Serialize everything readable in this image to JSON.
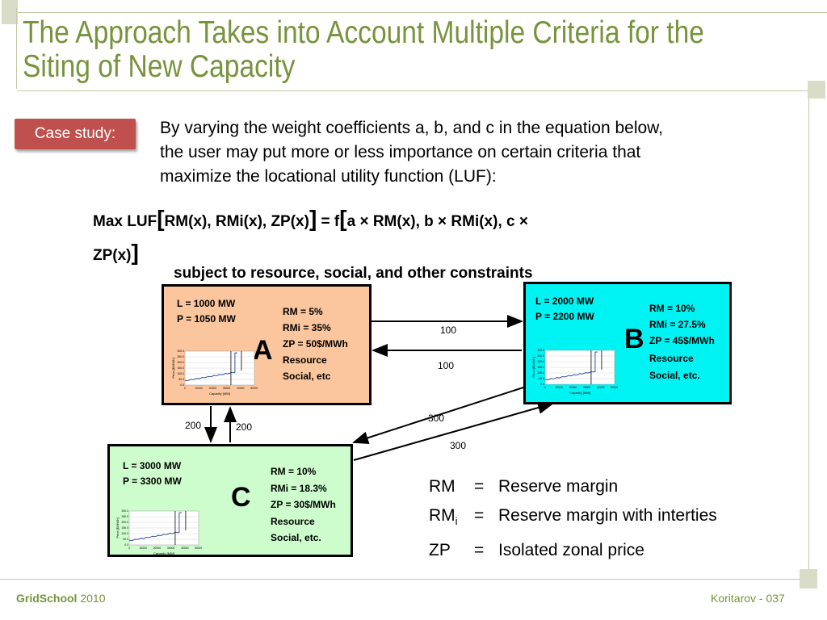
{
  "title_line1": "The Approach Takes into Account Multiple Criteria for the",
  "title_line2": "Siting of New Capacity",
  "case_label": "Case study:",
  "intro_lines": [
    "By varying the weight coefficients a, b, and c in the equation below,",
    "the user may put more or less importance on certain criteria that",
    "maximize the locational utility function (LUF):"
  ],
  "equation": {
    "lead": "Max LUF",
    "args": "RM(x), RMi(x), ZP(x)",
    "mid": " = f",
    "body": "a × RM(x), b × RMi(x), c ×",
    "tail": "ZP(x)"
  },
  "subject": "subject to resource, social, and other constraints",
  "zones": {
    "A": {
      "letter": "A",
      "load": "L = 1000 MW",
      "peak": "P = 1050 MW",
      "rm": "RM = 5%",
      "rmi": "RMi = 35%",
      "zp": "ZP = 50$/MWh",
      "resource": "Resource",
      "social": "Social, etc",
      "color": "#fbc59d"
    },
    "B": {
      "letter": "B",
      "load": "L = 2000 MW",
      "peak": "P = 2200 MW",
      "rm": "RM = 10%",
      "rmi": "RMi = 27.5%",
      "zp": "ZP = 45$/MWh",
      "resource": "Resource",
      "social": "Social, etc.",
      "color": "#00f3f3"
    },
    "C": {
      "letter": "C",
      "load": "L = 3000 MW",
      "peak": "P = 3300 MW",
      "rm": "RM = 10%",
      "rmi": "RMi = 18.3%",
      "zp": "ZP = 30$/MWh",
      "resource": "Resource",
      "social": "Social, etc.",
      "color": "#cdfccd"
    }
  },
  "mini_chart": {
    "ylabel": "Price [$/MWh]",
    "xlabel": "Capacity [MW]",
    "yticks": [
      "300.0",
      "250.0",
      "200.0",
      "150.0",
      "100.0",
      "50.0",
      "0.0"
    ],
    "xticks": [
      "0",
      "10000",
      "20000",
      "30000",
      "40000",
      "50000"
    ]
  },
  "links": {
    "ab_top": "100",
    "ab_bottom": "100",
    "ac_left": "200",
    "ac_right": "200",
    "bc_top": "300",
    "bc_bottom": "300"
  },
  "legend": [
    {
      "abbr": "RM",
      "sub": "",
      "eq": "=",
      "text": "Reserve margin"
    },
    {
      "abbr": "RM",
      "sub": "i",
      "eq": "=",
      "text": "Reserve margin with interties"
    },
    {
      "abbr": "ZP",
      "sub": "",
      "eq": "=",
      "text": "Isolated zonal price"
    }
  ],
  "footer": {
    "brand": "GridSchool",
    "year": "2010",
    "author": "Koritarov  - 037"
  },
  "colors": {
    "title": "#77933c",
    "case_badge": "#c0504d",
    "frame": "#c4c8a4"
  }
}
